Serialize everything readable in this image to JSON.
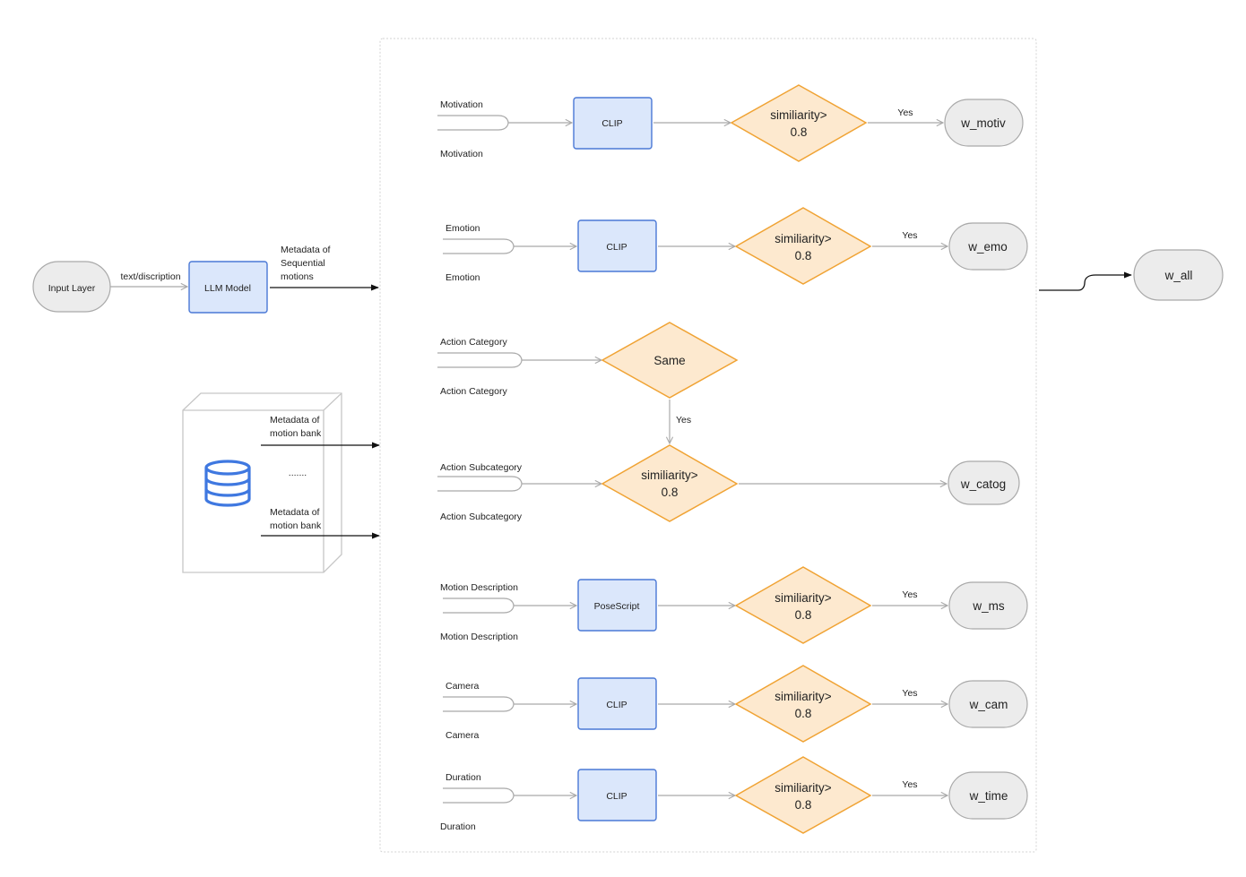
{
  "input": {
    "input_layer": "Input Layer",
    "arrow_label": "text/discription",
    "llm_model": "LLM Model",
    "metadata_label_1": "Metadata of",
    "metadata_label_2": "Sequential",
    "metadata_label_3": "motions"
  },
  "motion_bank": {
    "meta_top_1": "Metadata of",
    "meta_top_2": "motion bank",
    "ellipsis": ".......",
    "meta_bot_1": "Metadata of",
    "meta_bot_2": "motion bank",
    "icon": "database-icon"
  },
  "rows": [
    {
      "top_label": "Motivation",
      "bottom_label": "Motivation",
      "model": "CLIP",
      "cond_1": "similiarity>",
      "cond_2": "0.8",
      "yes": "Yes",
      "output": "w_motiv"
    },
    {
      "top_label": "Emotion",
      "bottom_label": "Emotion",
      "model": "CLIP",
      "cond_1": "similiarity>",
      "cond_2": "0.8",
      "yes": "Yes",
      "output": "w_emo"
    },
    {
      "top_label": "Motion Description",
      "bottom_label": "Motion Description",
      "model": "PoseScript",
      "cond_1": "similiarity>",
      "cond_2": "0.8",
      "yes": "Yes",
      "output": "w_ms"
    },
    {
      "top_label": "Camera",
      "bottom_label": "Camera",
      "model": "CLIP",
      "cond_1": "similiarity>",
      "cond_2": "0.8",
      "yes": "Yes",
      "output": "w_cam"
    },
    {
      "top_label": "Duration",
      "bottom_label": "Duration",
      "model": "CLIP",
      "cond_1": "similiarity>",
      "cond_2": "0.8",
      "yes": "Yes",
      "output": "w_time"
    }
  ],
  "category": {
    "cat_top": "Action Category",
    "cat_bottom": "Action Category",
    "same": "Same",
    "yes": "Yes",
    "sub_top": "Action Subcategory",
    "sub_bottom": "Action Subcategory",
    "cond_1": "similiarity>",
    "cond_2": "0.8",
    "output": "w_catog"
  },
  "final_output": "w_all",
  "colors": {
    "box_fill": "#dbe7fb",
    "box_stroke": "#4a78d6",
    "diamond_fill": "#fde9cf",
    "diamond_stroke": "#f0a334",
    "pill_fill": "#ececec",
    "database_icon": "#3f78e0"
  }
}
